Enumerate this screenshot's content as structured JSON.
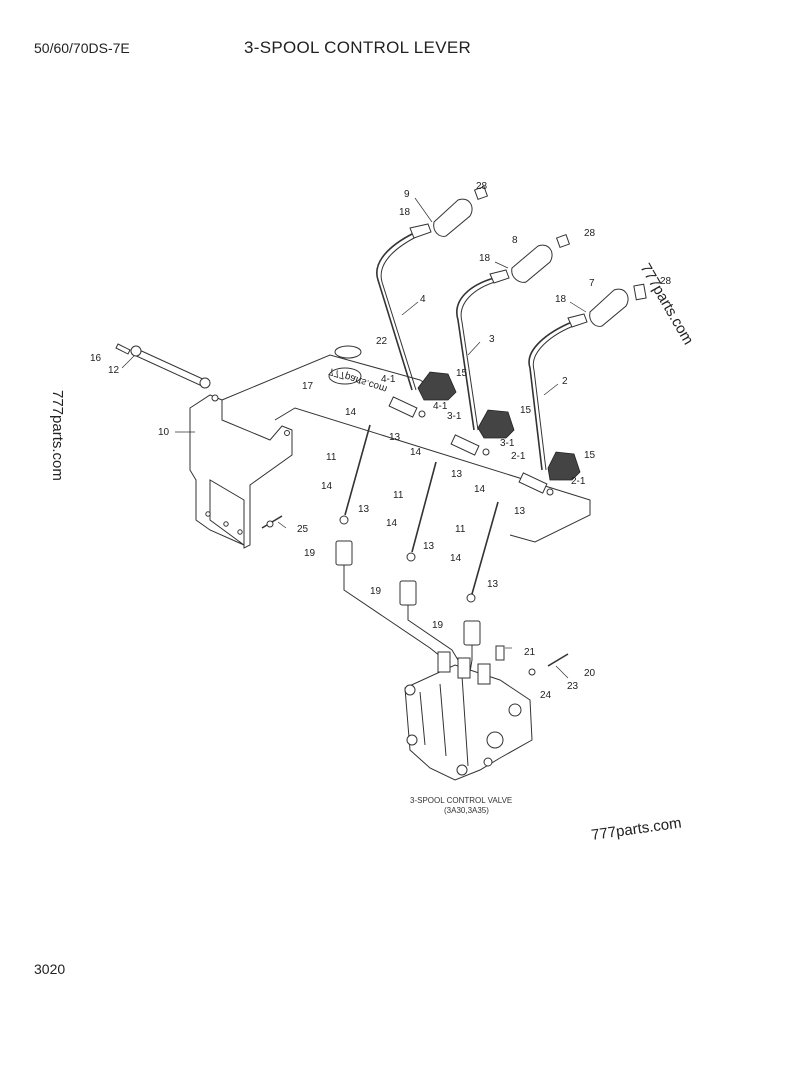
{
  "header": {
    "model": "50/60/70DS-7E",
    "title": "3-SPOOL CONTROL LEVER"
  },
  "page_number": "3020",
  "caption": {
    "line1": "3-SPOOL CONTROL VALVE",
    "line2": "(3A30,3A35)"
  },
  "watermarks": [
    "777parts.com",
    "777parts.com",
    "777parts.com",
    "777parts.com"
  ],
  "callouts": {
    "c9": "9",
    "c28a": "28",
    "c18a": "18",
    "c8": "8",
    "c28b": "28",
    "c18b": "18",
    "c7": "7",
    "c28c": "28",
    "c18c": "18",
    "c4": "4",
    "c3": "3",
    "c2": "2",
    "c22": "22",
    "c16": "16",
    "c12": "12",
    "c17": "17",
    "c41": "4-1",
    "c15a": "15",
    "c14a": "14",
    "c42": "4-1",
    "c13a": "13",
    "c31": "3-1",
    "c15b": "15",
    "c14b": "14",
    "c32": "3-1",
    "c13b": "13",
    "c21a": "2-1",
    "c15c": "15",
    "c14c": "14",
    "c22b": "2-1",
    "c13c": "13",
    "c10": "10",
    "c11a": "11",
    "c11b": "11",
    "c11c": "11",
    "c14d": "14",
    "c13d": "13",
    "c25": "25",
    "c19a": "19",
    "c14e": "14",
    "c13e": "13",
    "c19b": "19",
    "c14f": "14",
    "c13f": "13",
    "c19c": "19",
    "c21": "21",
    "c20": "20",
    "c23": "23",
    "c24": "24"
  }
}
